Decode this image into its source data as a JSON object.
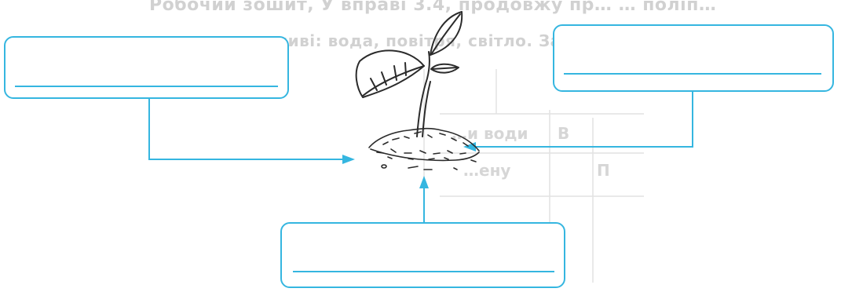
{
  "background_text": {
    "line1": "Робочий зошит, У вправі 3.4, продовжу пр… … поліп…",
    "line2": "сприятливі: вода, повітря, світло. Запиши… … умови…",
    "cells": [
      "…и води",
      "В",
      "…ену",
      "П"
    ]
  },
  "diagram": {
    "center_image": "plant-seedling-in-soil",
    "boxes": [
      {
        "id": "left",
        "value": ""
      },
      {
        "id": "right",
        "value": ""
      },
      {
        "id": "bottom",
        "value": ""
      }
    ]
  },
  "colors": {
    "accent": "#35b6e0",
    "sketch": "#2b2b2b",
    "bleed_text": "#9a9a9a"
  }
}
